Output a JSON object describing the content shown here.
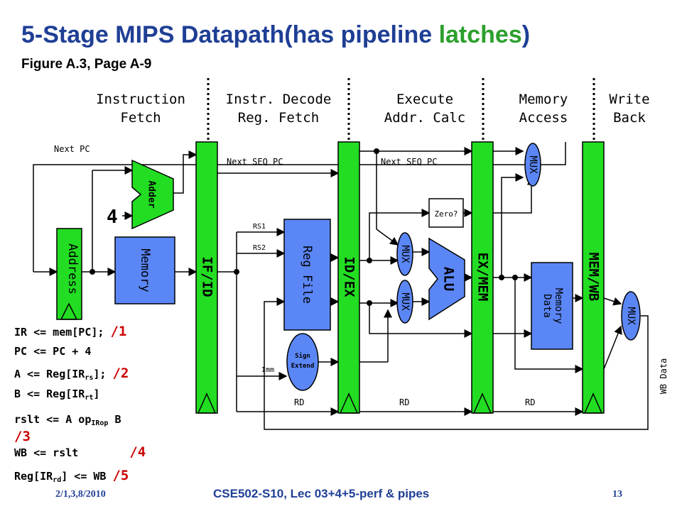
{
  "title": {
    "main": "5-Stage MIPS Datapath(has pipeline ",
    "highlight": "latches",
    "tail": ")"
  },
  "subtitle": "Figure A.3, Page A-9",
  "stages": {
    "fetch": [
      "Instruction",
      "Fetch"
    ],
    "decode": [
      "Instr. Decode",
      "Reg. Fetch"
    ],
    "execute": [
      "Execute",
      "Addr. Calc"
    ],
    "memory": [
      "Memory",
      "Access"
    ],
    "writeback": [
      "Write",
      "Back"
    ]
  },
  "labels": {
    "next_pc": "Next PC",
    "next_seq_pc_1": "Next SEQ PC",
    "next_seq_pc_2": "Next SEQ PC",
    "adder": "Adder",
    "four": "4",
    "address": "Address",
    "memory": "Memory",
    "if_id": "IF/ID",
    "id_ex": "ID/EX",
    "ex_mem": "EX/MEM",
    "mem_wb": "MEM/WB",
    "reg_file": "Reg File",
    "rs1": "RS1",
    "rs2": "RS2",
    "imm": "Imm",
    "sign": "Sign",
    "extend": "Extend",
    "mux": "MUX",
    "alu": "ALU",
    "zero": "Zero?",
    "data": "Data",
    "data_memory": "Memory",
    "rd": "RD",
    "wb_data": "WB Data"
  },
  "code": {
    "l1": "IR <= mem[PC]; ",
    "m1": "/1",
    "l2": "PC <= PC + 4",
    "l3a": "A <= Reg[IR",
    "l3s": "rs",
    "l3b": "]; ",
    "m3": "/2",
    "l4a": "B <= Reg[IR",
    "l4s": "rt",
    "l4b": "]",
    "l5a": "rslt <= A op",
    "l5s": "IRop",
    "l5b": " B",
    "m5": "/3",
    "l6": "WB <= rslt",
    "m6": "/4",
    "l7a": "Reg[IR",
    "l7s": "rd",
    "l7b": "] <= WB ",
    "m7": "/5"
  },
  "footer": {
    "left": "2/1,3,8/2010",
    "center": "CSE502-S10, Lec 03+4+5-perf & pipes",
    "right": "13"
  },
  "colors": {
    "latch": "#22dd22",
    "unit": "#5b86f5",
    "title": "#1f3f95",
    "accent": "#2ca02c",
    "marker": "#cc0000"
  }
}
